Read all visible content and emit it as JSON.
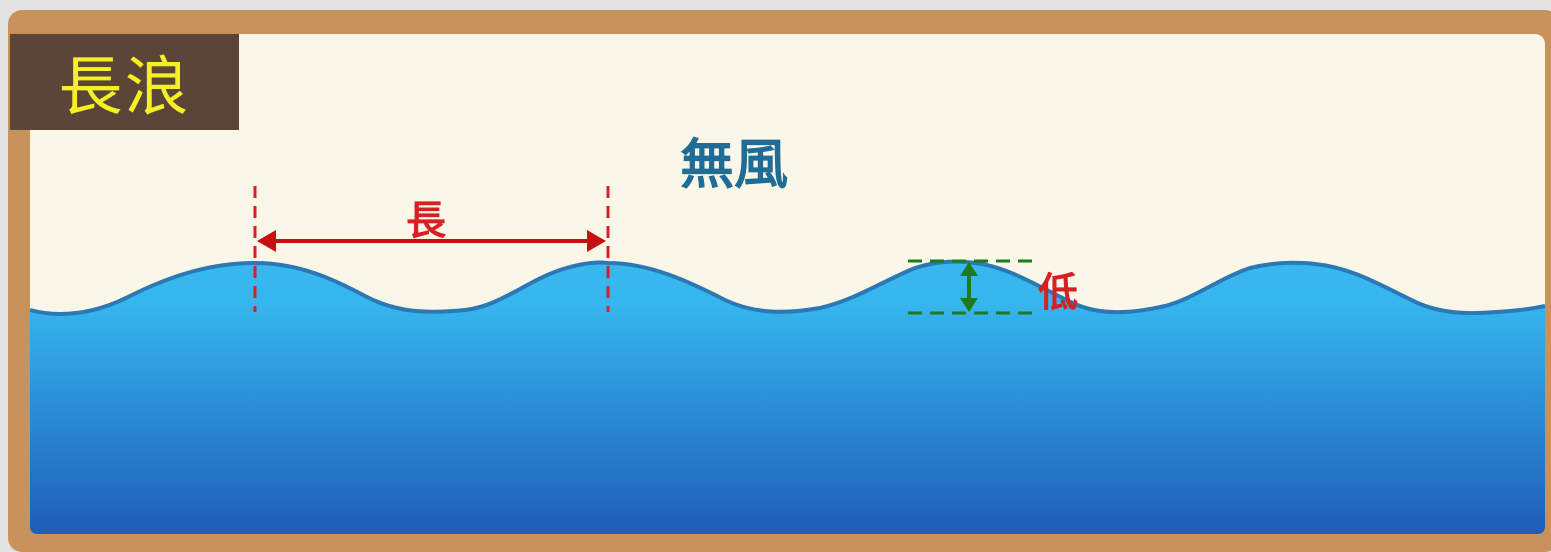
{
  "diagram": {
    "title": "長浪",
    "condition_label": "無風",
    "wavelength_label": "長",
    "wave_height_label": "低"
  },
  "colors": {
    "frame": "#c8925c",
    "sky": "#fbf7e8",
    "title_bg": "#5a4536",
    "title_text": "#f4f025",
    "water_top": "#38b8ef",
    "water_bottom": "#1e5db8",
    "wavelength_marker": "#d81f26",
    "height_marker": "#1d7a1d",
    "condition_text": "#1f6d96"
  }
}
